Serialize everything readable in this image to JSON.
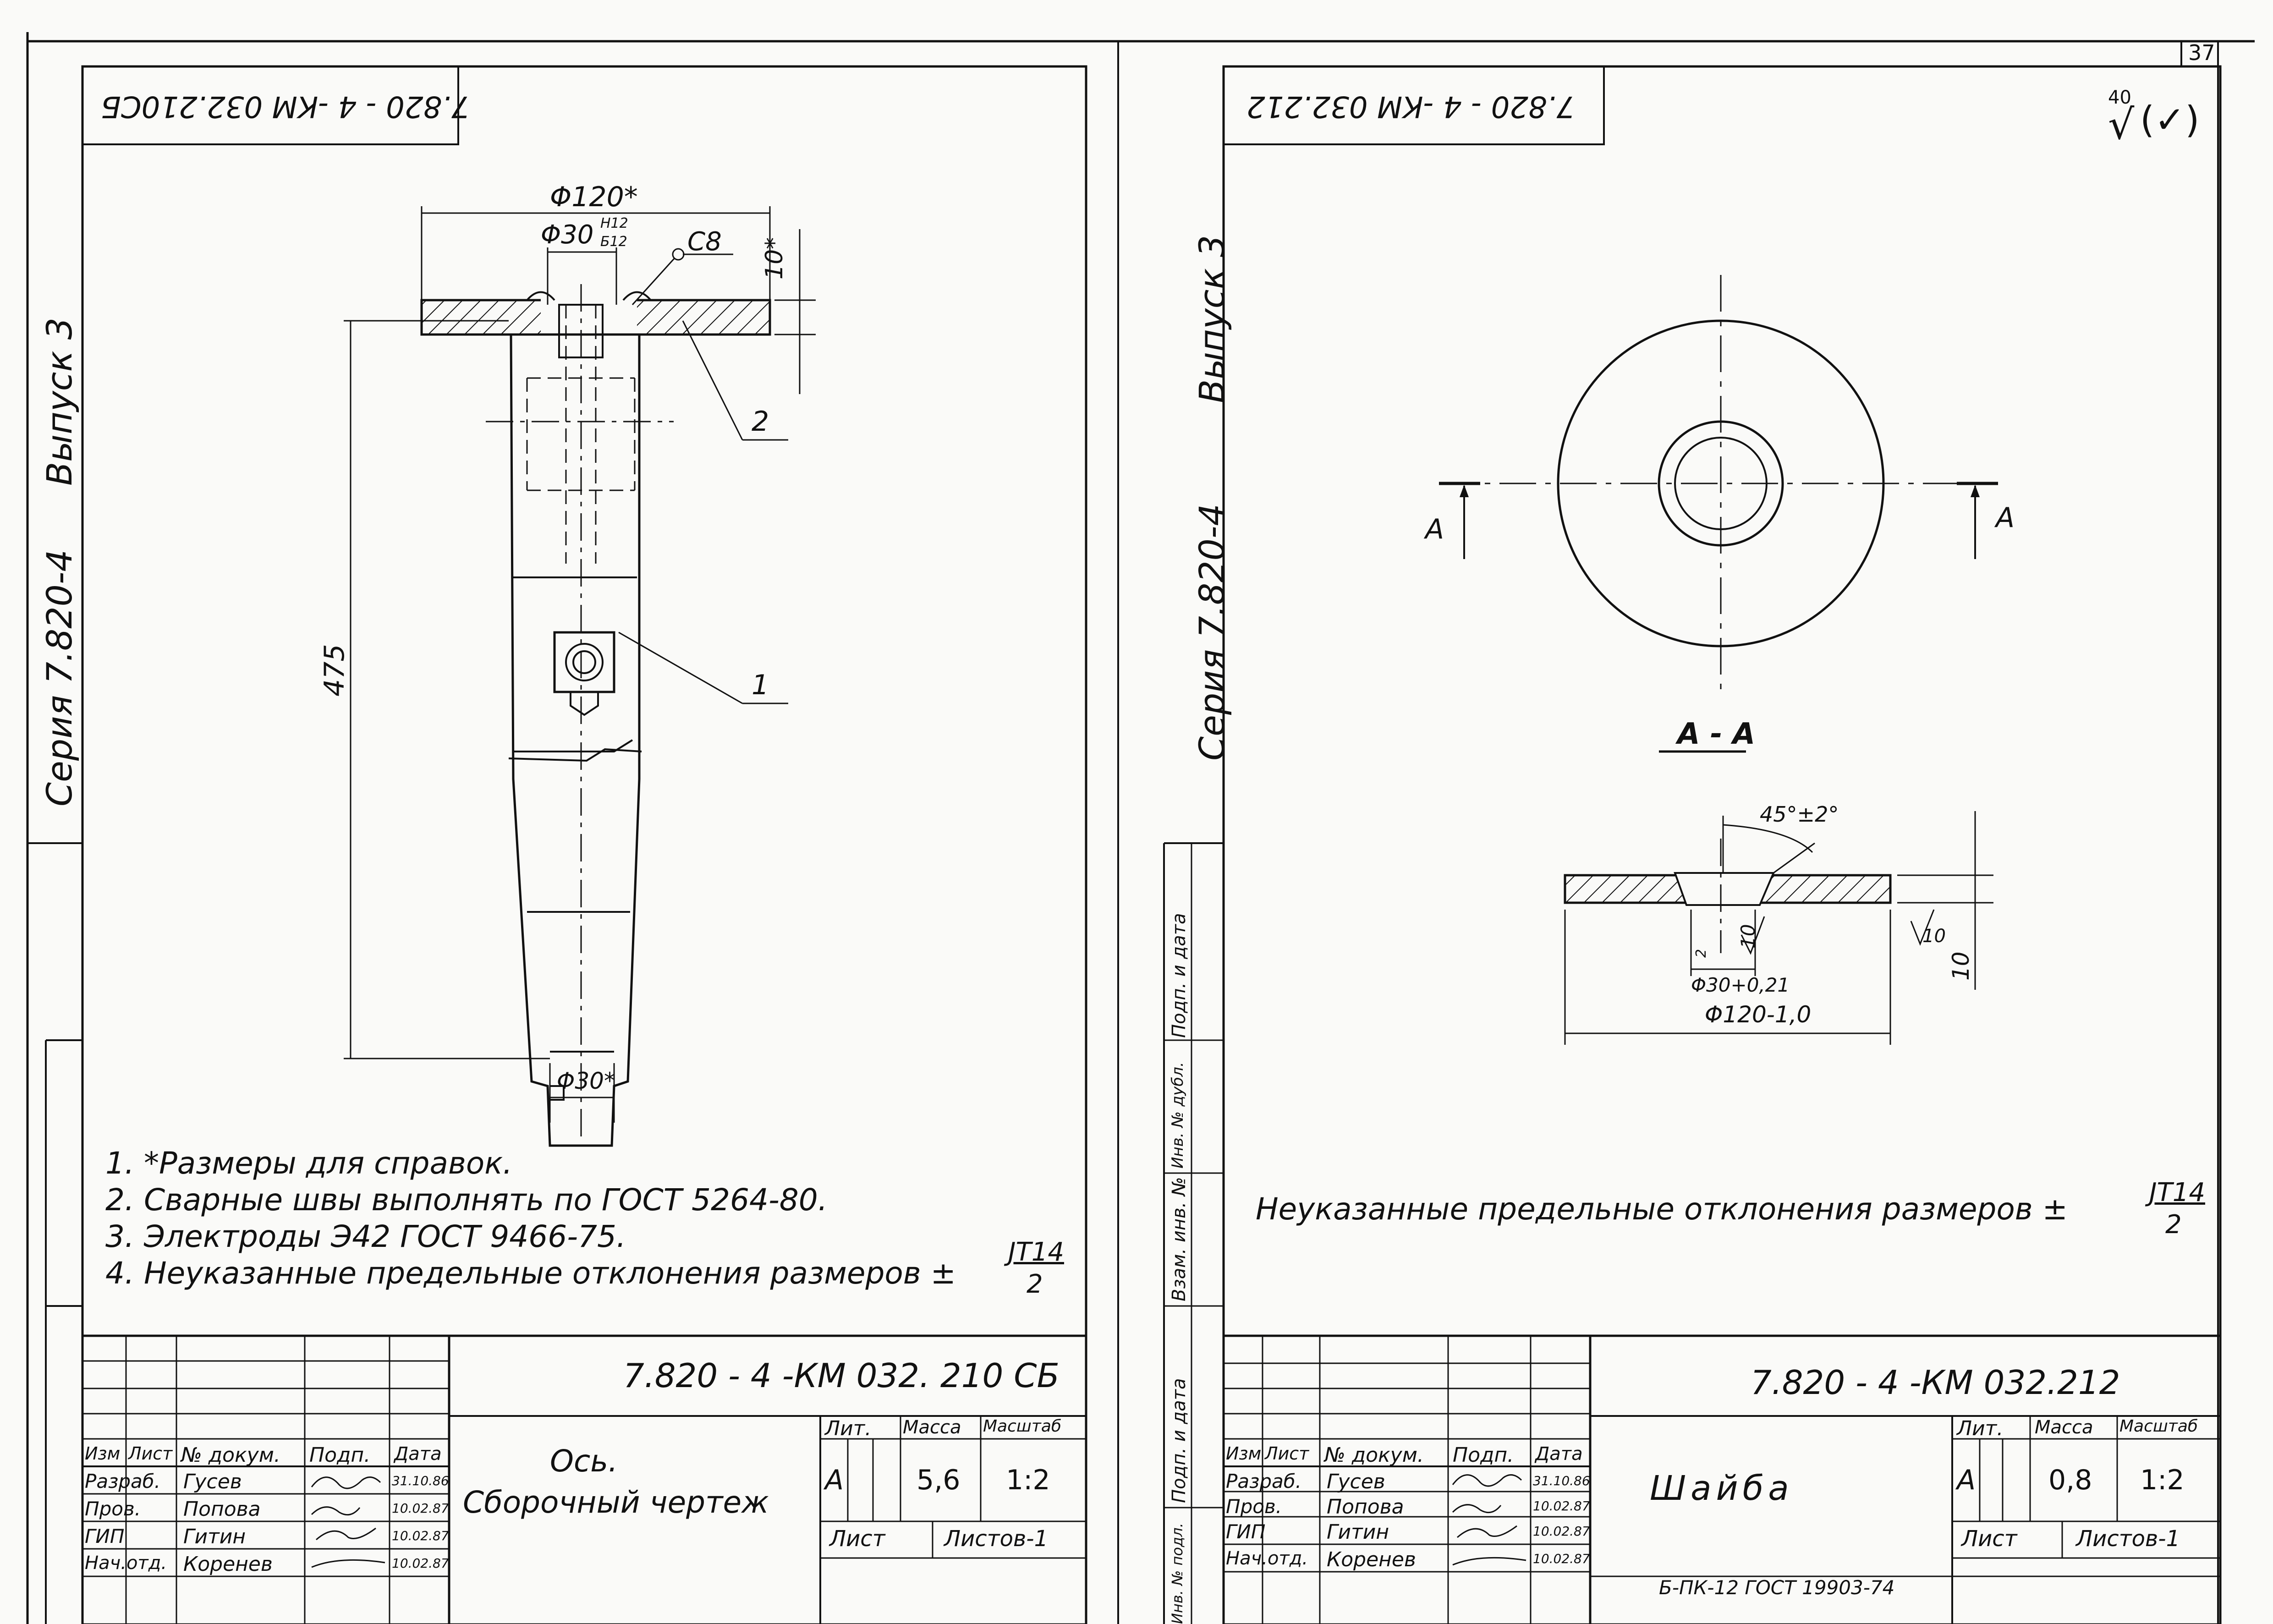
{
  "sheet_number": "37",
  "left": {
    "corner_stamp": "7.820 - 4 -КМ 032.210СБ",
    "series_label": "Серия 7.820-4",
    "issue_label": "Выпуск 3",
    "dims": {
      "d120": "Φ120*",
      "d30": "Φ30",
      "d30_tol_top": "H12",
      "d30_tol_bot": "Б12",
      "weld": "С8",
      "thick": "10*",
      "length": "475",
      "d30_bottom": "Φ30*",
      "pos1": "1",
      "pos2": "2"
    },
    "notes": [
      "1. *Размеры для справок.",
      "2. Сварные швы выполнять по ГОСТ 5264-80.",
      "3. Электроды Э42 ГОСТ 9466-75.",
      "4. Неуказанные предельные отклонения размеров ±"
    ],
    "notes_fraction": {
      "num": "JT14",
      "den": "2"
    },
    "title_block": {
      "code": "7.820 - 4 -КМ 032. 210 СБ",
      "name_line1": "Ось.",
      "name_line2": "Сборочный чертеж",
      "headers": [
        "Изм",
        "Лист",
        "№ докум.",
        "Подп.",
        "Дата"
      ],
      "rows": [
        {
          "role": "Разраб.",
          "name": "Гусев",
          "date": "31.10.86"
        },
        {
          "role": "Пров.",
          "name": "Попова",
          "date": "10.02.87"
        },
        {
          "role": "ГИП",
          "name": "Гитин",
          "date": "10.02.87"
        },
        {
          "role": "Нач.отд.",
          "name": "Коренев",
          "date": "10.02.87"
        }
      ],
      "lit_label": "Лит.",
      "mass_label": "Масса",
      "scale_label": "Масштаб",
      "lit_value": "А",
      "mass_value": "5,6",
      "scale_value": "1:2",
      "sheet_label": "Лист",
      "sheets_label": "Листов-1"
    }
  },
  "right": {
    "corner_stamp": "7.820 - 4 -КМ 032.212",
    "series_label": "Серия 7.820-4",
    "issue_label": "Выпуск 3",
    "roughness": "40",
    "roughness_suffix": "(✓)",
    "section_mark_left": "А",
    "section_mark_right": "А",
    "section_title": "А - А",
    "dims": {
      "angle": "45°±2°",
      "d30": "Φ30+0,21",
      "d120": "Φ120-1,0",
      "thick": "10",
      "inner": "10",
      "chamfer": "2",
      "rough": "10"
    },
    "note": "Неуказанные предельные отклонения размеров ±",
    "note_fraction": {
      "num": "JT14",
      "den": "2"
    },
    "side_strip": [
      "Взам. инв. №",
      "Инв. № дубл.",
      "Подп. и дата",
      "Подп. и дата",
      "Инв. № подл."
    ],
    "title_block": {
      "code": "7.820 - 4 -КМ 032.212",
      "name": "Шайба",
      "headers": [
        "Изм",
        "Лист",
        "№ докум.",
        "Подп.",
        "Дата"
      ],
      "rows": [
        {
          "role": "Разраб.",
          "name": "Гусев",
          "date": "31.10.86"
        },
        {
          "role": "Пров.",
          "name": "Попова",
          "date": "10.02.87"
        },
        {
          "role": "ГИП",
          "name": "Гитин",
          "date": "10.02.87"
        },
        {
          "role": "Нач.отд.",
          "name": "Коренев",
          "date": "10.02.87"
        }
      ],
      "lit_label": "Лит.",
      "mass_label": "Масса",
      "scale_label": "Масштаб",
      "lit_value": "А",
      "mass_value": "0,8",
      "scale_value": "1:2",
      "sheet_label": "Лист",
      "sheets_label": "Листов-1",
      "material": "Б-ПК-12 ГОСТ 19903-74"
    }
  }
}
